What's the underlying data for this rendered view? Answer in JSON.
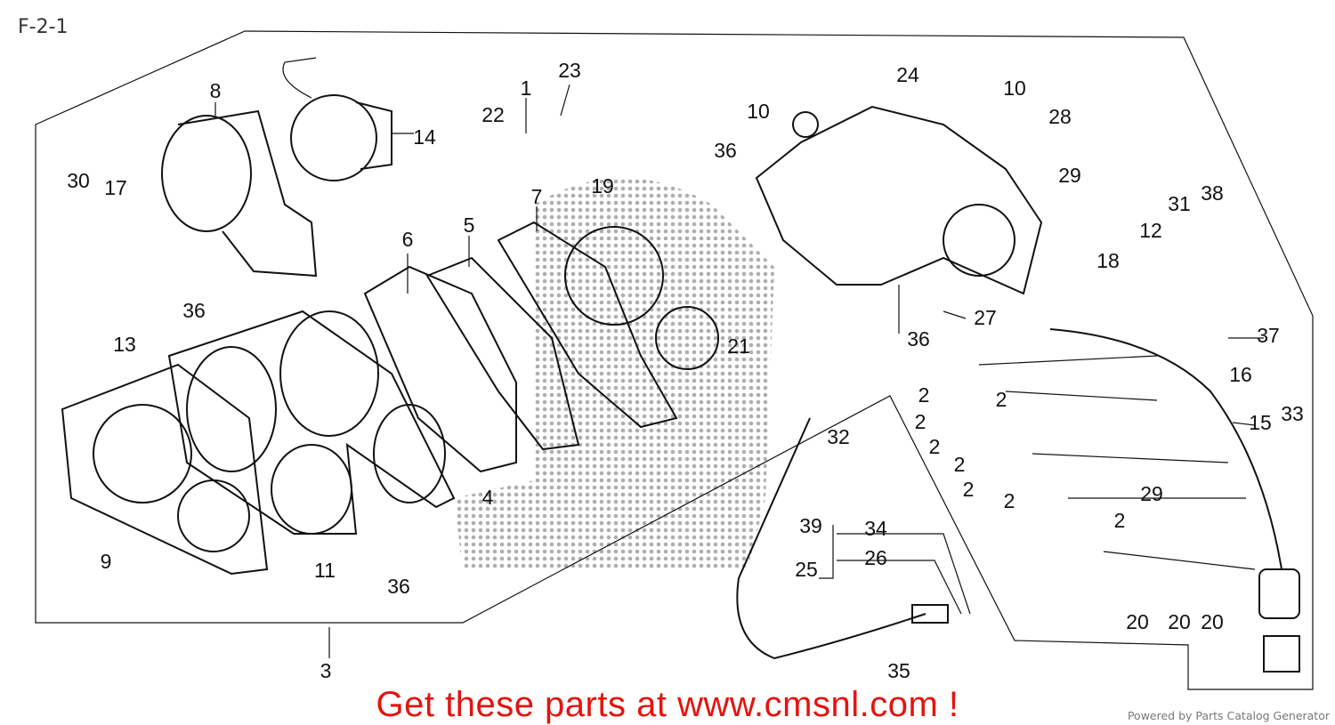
{
  "page_title": "F-2-1",
  "promo_text": "Get these parts at www.cmsnl.com !",
  "powered_by": "Powered by Parts Catalog Generator",
  "colors": {
    "promo": "#e3140f",
    "line": "#111111",
    "watermark": "#9a9a9a"
  },
  "callouts": [
    "30",
    "17",
    "8",
    "14",
    "22",
    "1",
    "23",
    "7",
    "19",
    "5",
    "6",
    "10",
    "36",
    "24",
    "10",
    "28",
    "29",
    "31",
    "38",
    "12",
    "18",
    "36",
    "13",
    "21",
    "27",
    "36",
    "37",
    "16",
    "15",
    "33",
    "2",
    "2",
    "2",
    "2",
    "2",
    "2",
    "2",
    "2",
    "29",
    "32",
    "39",
    "34",
    "26",
    "25",
    "4",
    "9",
    "11",
    "36",
    "3",
    "20",
    "20",
    "20",
    "35"
  ]
}
